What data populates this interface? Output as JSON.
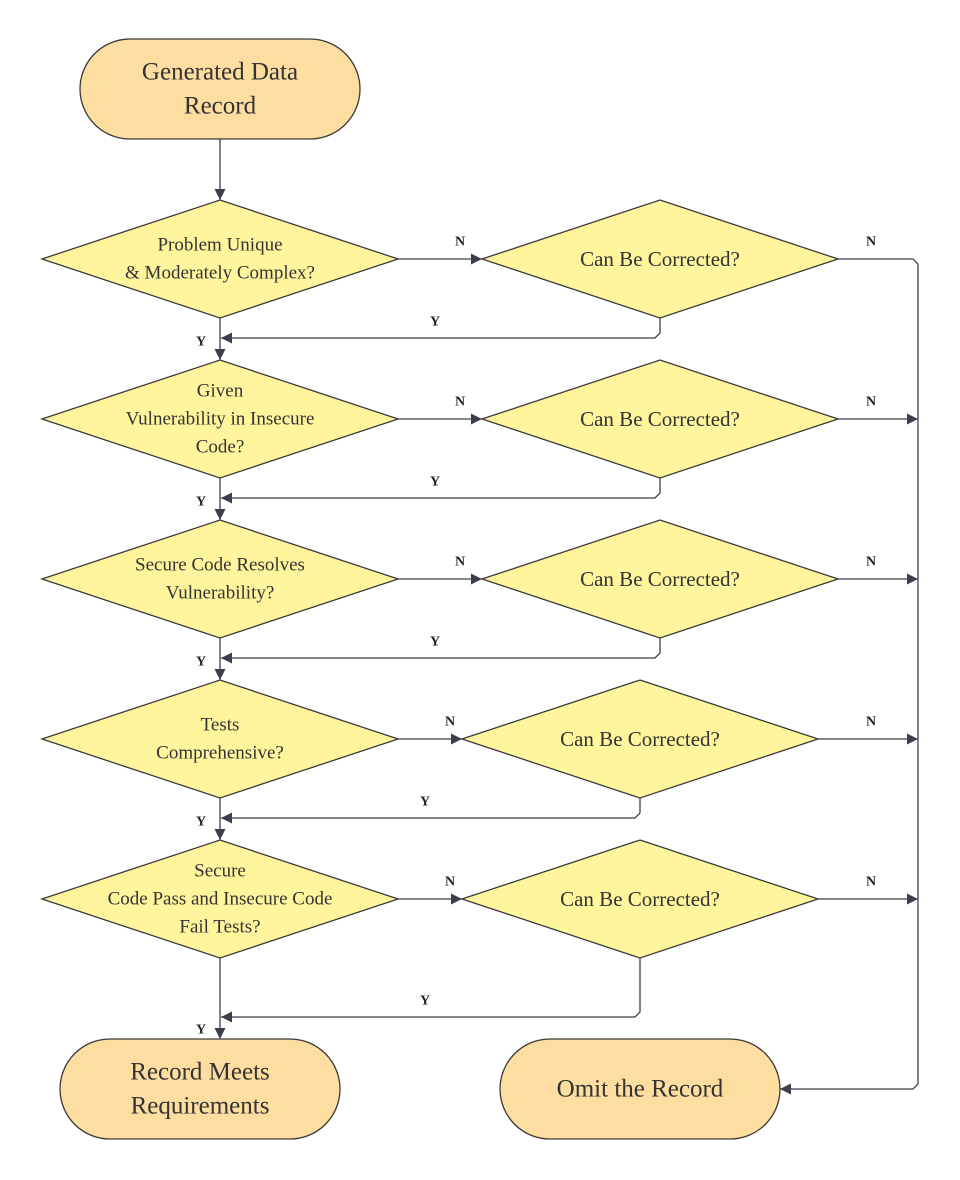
{
  "nodes": {
    "start": [
      "Generated Data",
      "Record"
    ],
    "d1": [
      "Problem Unique",
      "& Moderately Complex?"
    ],
    "d2": [
      "Given",
      "Vulnerability in Insecure",
      "Code?"
    ],
    "d3": [
      "Secure Code Resolves",
      "Vulnerability?"
    ],
    "d4": [
      "Tests",
      "Comprehensive?"
    ],
    "d5": [
      "Secure",
      "Code Pass and Insecure Code",
      "Fail Tests?"
    ],
    "c1": [
      "Can Be Corrected?"
    ],
    "c2": [
      "Can Be Corrected?"
    ],
    "c3": [
      "Can Be Corrected?"
    ],
    "c4": [
      "Can Be Corrected?"
    ],
    "c5": [
      "Can Be Corrected?"
    ],
    "accept": [
      "Record Meets",
      "Requirements"
    ],
    "omit": [
      "Omit the Record"
    ]
  },
  "labels": {
    "yes": "Y",
    "no": "N"
  },
  "colors": {
    "terminal_fill": "#fddda0",
    "decision_fill": "#fff59d",
    "stroke": "#3a3f4b"
  }
}
